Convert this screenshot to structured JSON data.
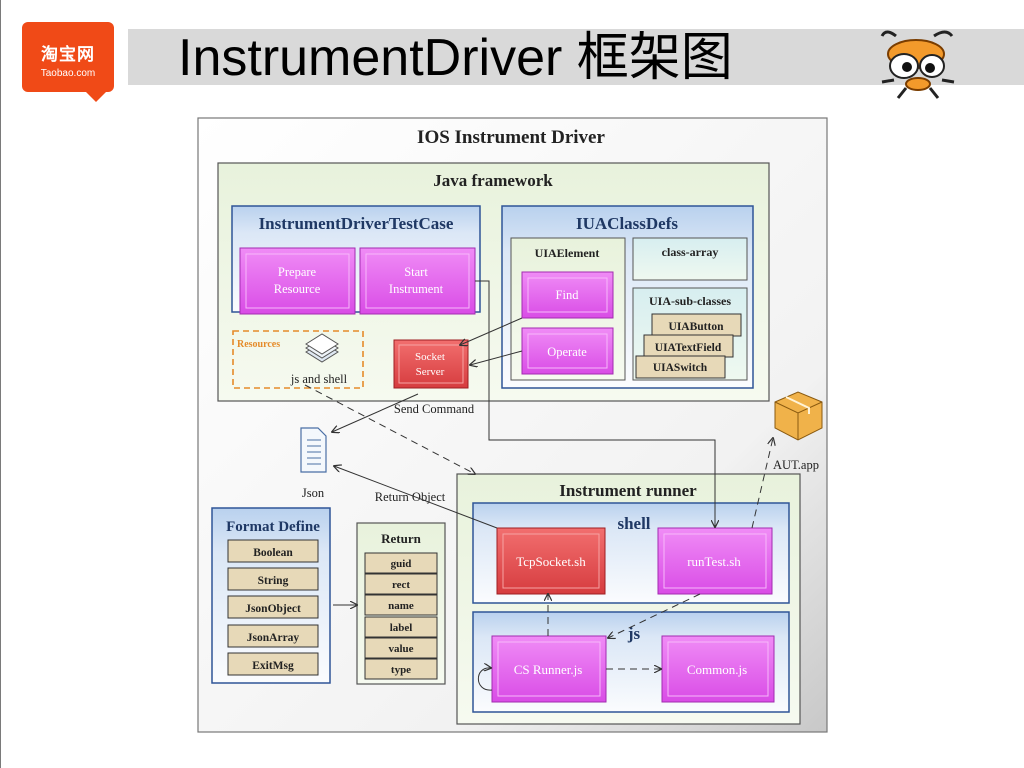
{
  "logo": {
    "cn": "淘宝网",
    "en": "Taobao.com"
  },
  "title": "InstrumentDriver 框架图",
  "diagram": {
    "outer_title": "IOS Instrument Driver",
    "java_framework": {
      "title": "Java framework",
      "testcase": {
        "title": "InstrumentDriverTestCase",
        "prepare": [
          "Prepare",
          "Resource"
        ],
        "start": [
          "Start",
          "Instrument"
        ]
      },
      "classdefs": {
        "title": "IUAClassDefs",
        "uielement": "UIAElement",
        "find": "Find",
        "operate": "Operate",
        "class_array": "class-array",
        "sub_classes": "UIA-sub-classes",
        "ui_button": "UIAButton",
        "ui_textfield": "UIATextField",
        "ui_switch": "UIASwitch"
      },
      "resources": {
        "label": "Resources",
        "caption": "js and shell"
      },
      "socket_server": [
        "Socket",
        "Server"
      ]
    },
    "send_command": "Send Command",
    "json": "Json",
    "return_object": "Return Object",
    "aut_app": "AUT.app",
    "format_define": {
      "title": "Format Define",
      "items": [
        "Boolean",
        "String",
        "JsonObject",
        "JsonArray",
        "ExitMsg"
      ]
    },
    "return_box": {
      "title": "Return",
      "items": [
        "guid",
        "rect",
        "name",
        "label",
        "value",
        "type"
      ]
    },
    "instrument_runner": {
      "title": "Instrument runner",
      "shell": {
        "title": "shell",
        "tcp_socket": "TcpSocket.sh",
        "run_test": "runTest.sh"
      },
      "js": {
        "title": "js",
        "cs_runner": "CS Runner.js",
        "common": "Common.js"
      }
    }
  },
  "colors": {
    "logo": "#f04a17",
    "pink": "#e15bf0",
    "red": "#e8474b",
    "green_bg": "#eef6e3",
    "blue_bg": "#cfe0f4",
    "tan": "#e7d9b8"
  }
}
